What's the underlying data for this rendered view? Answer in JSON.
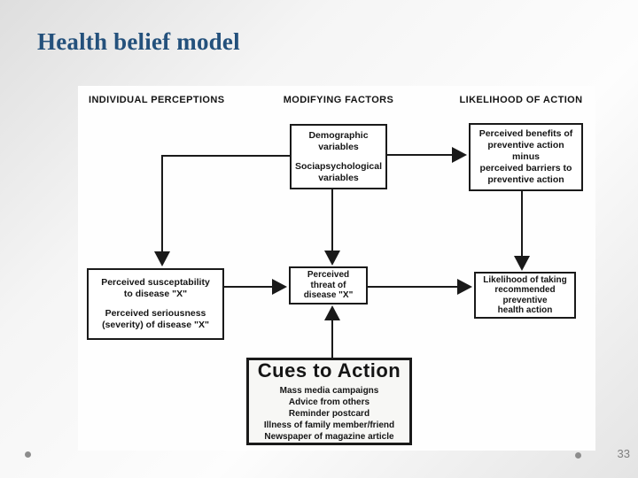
{
  "slide": {
    "title": "Health belief model",
    "page_number": "33"
  },
  "diagram": {
    "columns": {
      "col1": "INDIVIDUAL PERCEPTIONS",
      "col2": "MODIFYING FACTORS",
      "col3": "LIKELIHOOD OF ACTION"
    },
    "boxes": {
      "modifying": {
        "lines": [
          "Demographic",
          "variables",
          "Sociapsychological",
          "variables"
        ]
      },
      "benefits": {
        "lines": [
          "Perceived benefits of",
          "preventive action",
          "minus",
          "perceived barriers to",
          "preventive action"
        ]
      },
      "perceptions": {
        "lines": [
          "Perceived susceptability",
          "to disease \"X\"",
          "Perceived seriousness",
          "(severity) of disease \"X\""
        ]
      },
      "threat": {
        "lines": [
          "Perceived",
          "threat of",
          "disease \"X\""
        ]
      },
      "likelihood": {
        "lines": [
          "Likelihood of taking",
          "recommended",
          "preventive",
          "health action"
        ]
      },
      "cues": {
        "title": "Cues to Action",
        "lines": [
          "Mass media campaigns",
          "Advice from others",
          "Reminder postcard",
          "Illness of family member/friend",
          "Newspaper of magazine article"
        ]
      }
    }
  },
  "colors": {
    "title_text": "#24517c",
    "diagram_ink": "#1a1a1a",
    "page_number_text": "#7f7f7f",
    "slide_background_edge": "#dedede",
    "panel_background": "#fefefe"
  }
}
